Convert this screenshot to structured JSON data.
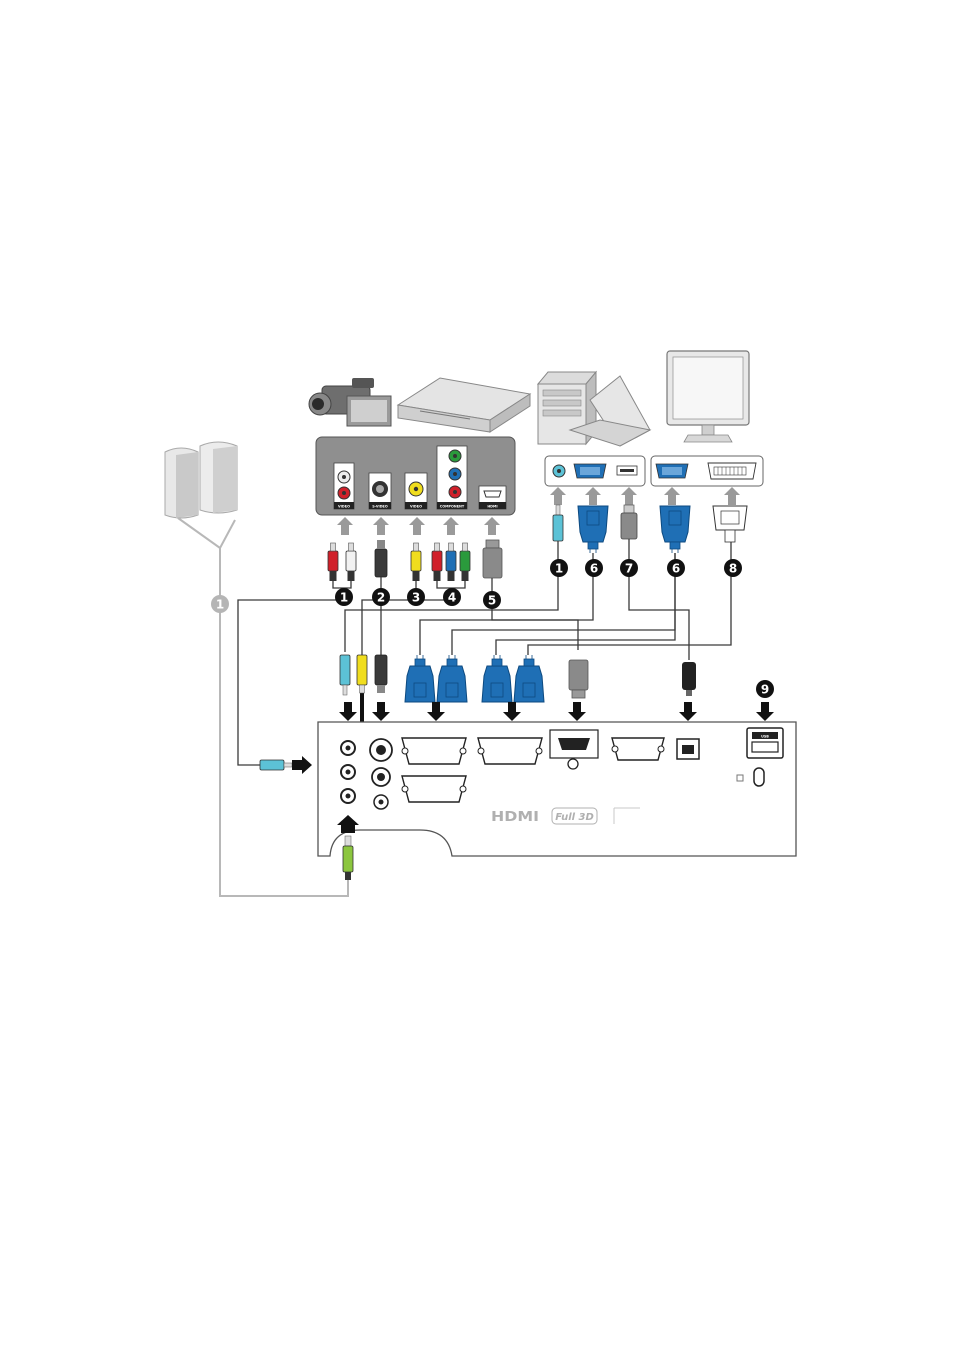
{
  "panel_labels": {
    "video_audio_port": "VIDEO",
    "svideo_port": "S-VIDEO",
    "video_port": "VIDEO",
    "component_port": "COMPONENT",
    "hdmi_port": "HDMI",
    "usb_port": "USB"
  },
  "callouts": {
    "speaker_cable": "1",
    "av_audio_cable": "1",
    "svideo_cable": "2",
    "video_cable": "3",
    "component_cable": "4",
    "hdmi_cable": "5",
    "pc_audio_cable": "1",
    "vga_cable_pc": "6",
    "usb_cable": "7",
    "vga_cable_monitor": "6",
    "vga_dvi_cable": "8",
    "usb_power": "9"
  },
  "logos": {
    "hdmi": "HDMI",
    "full3d": "Full 3D"
  },
  "colors": {
    "vga_blue": "#1f6fb5",
    "rca_red": "#d0202a",
    "rca_white": "#f2f2f2",
    "rca_yellow": "#f0dd1e",
    "rca_green": "#2a9a3c",
    "rca_blue": "#1f6fb5",
    "audio_teal": "#5cc2d6",
    "audio_green": "#8cc63f",
    "badge": "#111111",
    "arrow_grey": "#9a9a9a"
  }
}
